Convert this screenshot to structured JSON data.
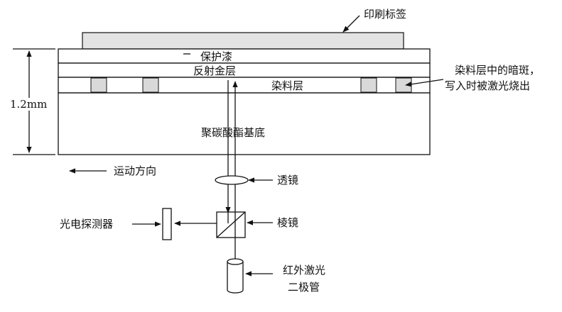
{
  "labels": {
    "printed_label": "印刷标签",
    "protective_lacquer": "保护漆",
    "reflective_metal_layer": "反射金层",
    "dye_layer": "染料层",
    "dark_spots_line1": "染料层中的暗斑，",
    "dark_spots_line2": "写入时被激光烧出",
    "thickness": "1.2mm",
    "polycarbonate_substrate": "聚碳酸酯基底",
    "motion_direction": "运动方向",
    "lens": "透镜",
    "prism": "棱镜",
    "photodetector": "光电探测器",
    "ir_laser_line1": "红外激光",
    "ir_laser_line2": "二极管"
  },
  "colors": {
    "line": "#111111",
    "label_fill": "#e3e3e3",
    "spot_fill": "#d9d9d9",
    "background": "#ffffff"
  }
}
